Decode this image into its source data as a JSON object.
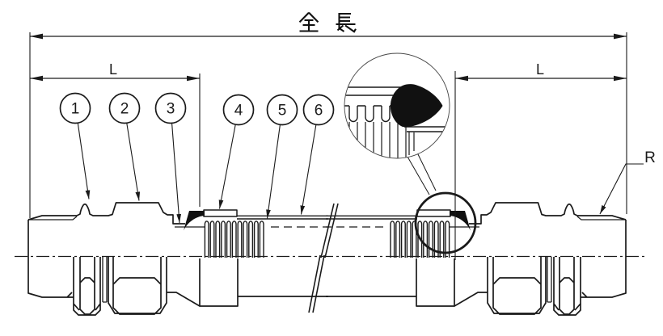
{
  "dimension_labels": {
    "overall_length": "全 長",
    "left_segment": "L",
    "right_segment": "L",
    "thread": "R"
  },
  "callouts": [
    {
      "number": "1"
    },
    {
      "number": "2"
    },
    {
      "number": "3"
    },
    {
      "number": "4"
    },
    {
      "number": "5"
    },
    {
      "number": "6"
    }
  ],
  "colors": {
    "line_color": "#1a1a1a",
    "weld_fill": "#111111",
    "background": "#ffffff"
  }
}
